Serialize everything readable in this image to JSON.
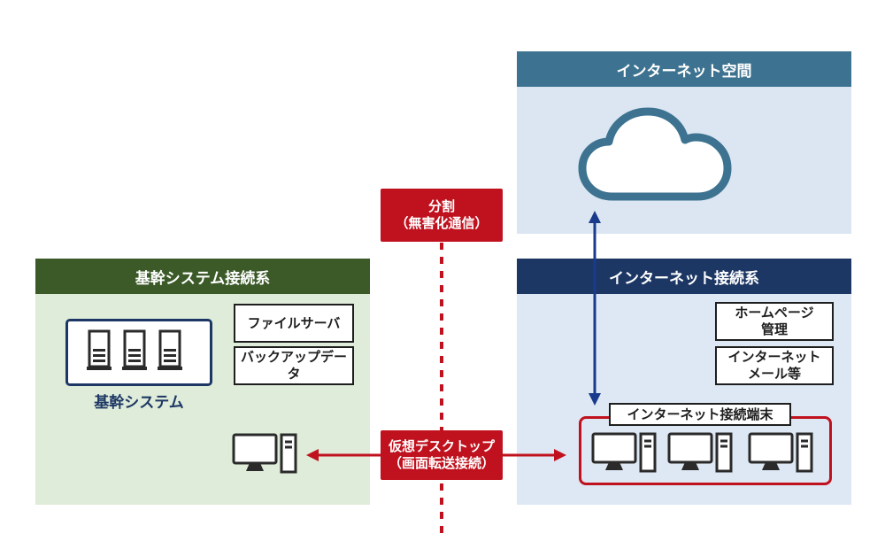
{
  "internet_space": {
    "header": "インターネット空間",
    "icon": "cloud-icon"
  },
  "core_system": {
    "header": "基幹システム接続系",
    "system_label": "基幹システム",
    "items": [
      "ファイルサーバ",
      "バックアップデータ"
    ],
    "icon_servers": "server-icon",
    "icon_pc": "desktop-pc-icon"
  },
  "internet_connection": {
    "header": "インターネット接続系",
    "items": [
      {
        "line1": "ホームページ",
        "line2": "管理"
      },
      {
        "line1": "インターネット",
        "line2": "メール等"
      }
    ],
    "terminal_label": "インターネット接続端末"
  },
  "divider_label": {
    "line1": "分割",
    "line2": "（無害化通信）"
  },
  "vdi_label": {
    "line1": "仮想デスクトップ",
    "line2": "（画面転送接続）"
  },
  "colors": {
    "internet_header": "#3d7390",
    "internet_bg": "#dbe6f2",
    "connection_header": "#1d3764",
    "connection_bg": "#dde8f4",
    "core_header": "#3b5a28",
    "core_bg": "#dfecd9",
    "red": "#c0121e",
    "blue_arrow": "#1a3a8c"
  }
}
